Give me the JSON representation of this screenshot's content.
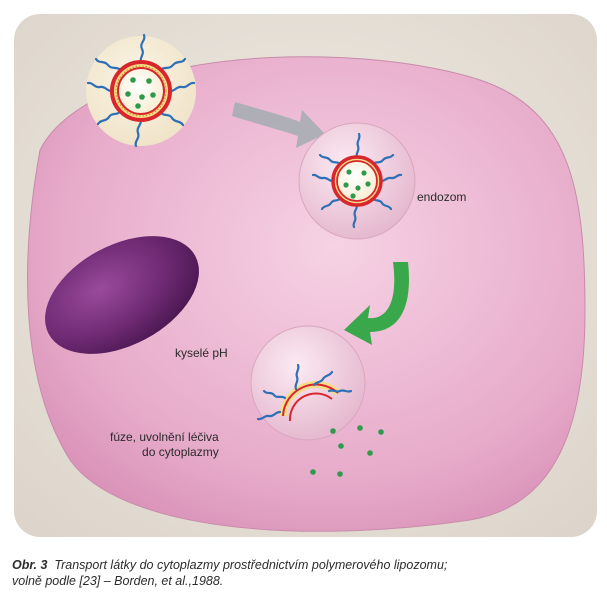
{
  "figure": {
    "labels": {
      "endosome": "endozom",
      "acidic_ph": "kyselé pH",
      "fusion_line1": "fúze, uvolnění léčiva",
      "fusion_line2": "do cytoplazmy"
    },
    "caption": {
      "number": "Obr. 3",
      "line1": "Transport látky do cytoplazmy prostřednictvím polymerového lipozomu;",
      "line2": "volně podle [23] – Borden, et al.,1988."
    }
  },
  "colors": {
    "background_panel": "#e8e2d9",
    "cell": "#e9b2cf",
    "nucleus": "#6e2a73",
    "vesicle": "#f0d2e1",
    "liposome_membrane": "#d9262d",
    "liposome_core": "#fff6d8",
    "polymer_chains": "#2f6fb6",
    "drug_particles": "#2f9a4b",
    "arrow_gray": "#a7adb4",
    "arrow_green": "#39a84a"
  },
  "icons": [
    "liposome-icon",
    "endosome-icon",
    "gray-arrow-icon",
    "green-arrow-icon"
  ]
}
